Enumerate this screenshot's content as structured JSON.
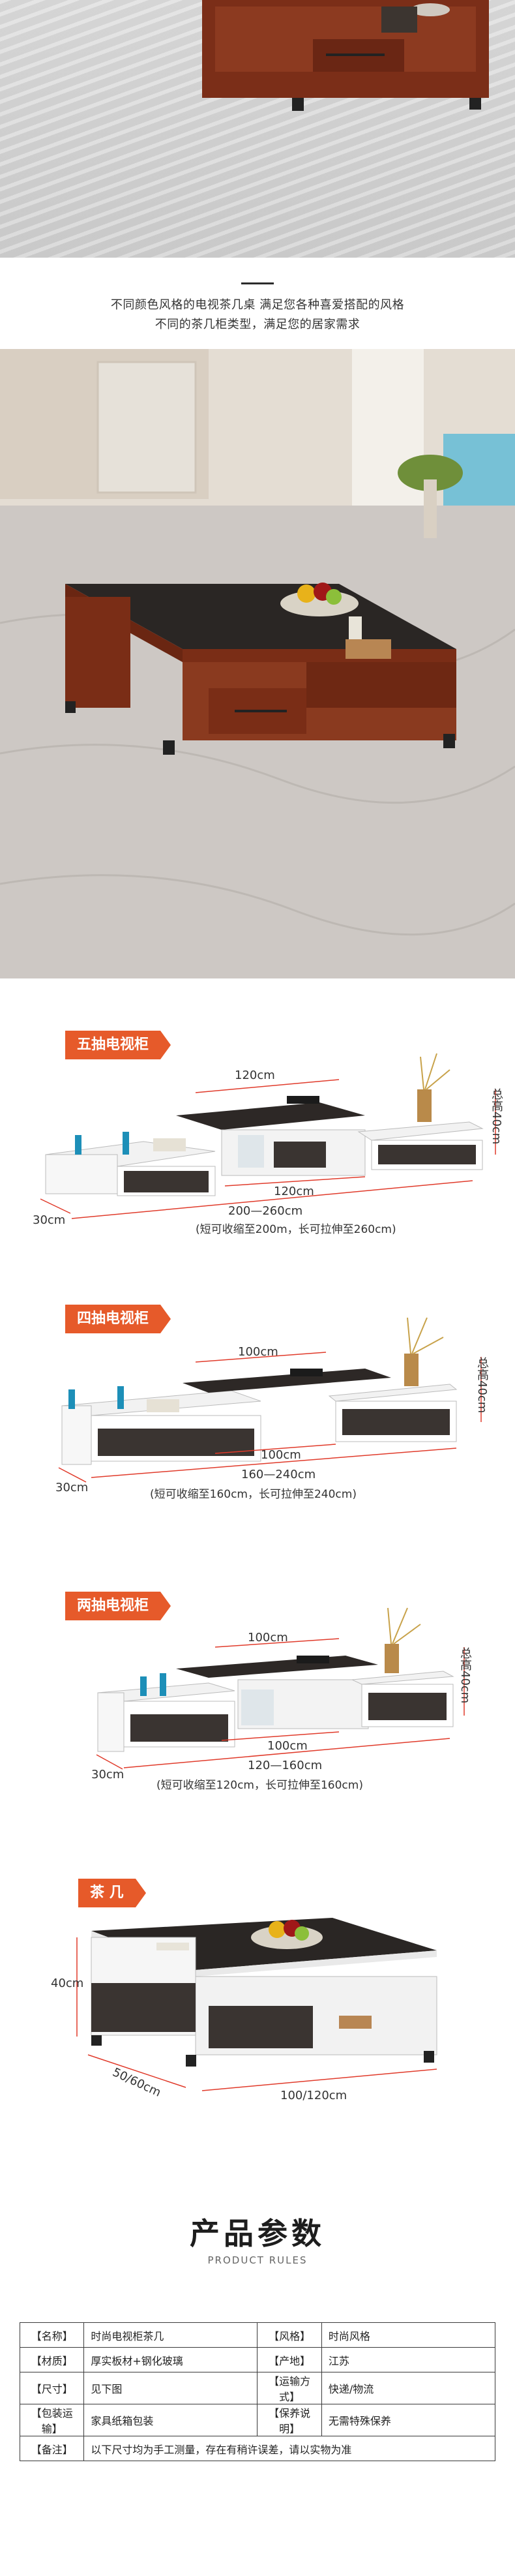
{
  "caption": {
    "line1": "不同颜色风格的电视茶几桌 满足您各种喜爱搭配的风格",
    "line2": "不同的茶几柜类型，满足您的居家需求"
  },
  "diagrams": [
    {
      "label": "五抽电视柜",
      "dims": [
        "120cm",
        "120cm",
        "总高40cm",
        "30cm",
        "200—260cm",
        "(短可收缩至200m，长可拉伸至260cm)"
      ]
    },
    {
      "label": "四抽电视柜",
      "dims": [
        "100cm",
        "100cm",
        "总高40cm",
        "30cm",
        "160—240cm",
        "(短可收缩至160cm，长可拉伸至240cm)"
      ]
    },
    {
      "label": "两抽电视柜",
      "dims": [
        "100cm",
        "100cm",
        "总高40cm",
        "30cm",
        "120—160cm",
        "(短可收缩至120cm，长可拉伸至160cm)"
      ]
    },
    {
      "label": "茶 几",
      "dims": [
        "40cm",
        "50/60cm",
        "100/120cm"
      ]
    }
  ],
  "params": {
    "title": "产品参数",
    "subtitle": "PRODUCT RULES",
    "rows": [
      [
        "【名称】",
        "时尚电视柜茶几",
        "【风格】",
        "时尚风格"
      ],
      [
        "【材质】",
        "厚实板材+钢化玻璃",
        "【产地】",
        "江苏"
      ],
      [
        "【尺寸】",
        "见下图",
        "【运输方式】",
        "快递/物流"
      ],
      [
        "【包装运输】",
        "家具纸箱包装",
        "【保养说明】",
        "无需特殊保养"
      ],
      [
        "【备注】",
        "以下尺寸均为手工测量，存在有稍许误差，请以实物为准",
        "",
        ""
      ]
    ]
  },
  "colors": {
    "accent": "#e65a2a",
    "wood": "#8a3a1f",
    "glass": "#2a2624",
    "dim_line": "#e03a2a"
  }
}
